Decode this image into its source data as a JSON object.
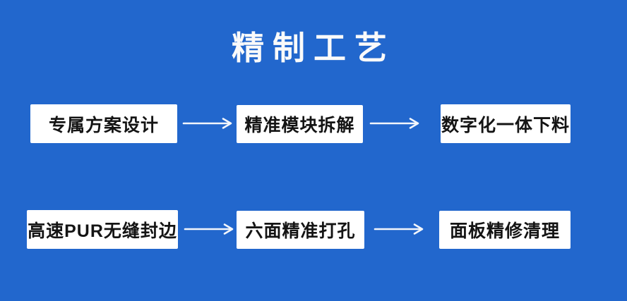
{
  "colors": {
    "background": "#2267cd",
    "box_background": "#ffffff",
    "box_text": "#141414",
    "title_text": "#fafafa",
    "arrow": "#f2f6fc"
  },
  "title": {
    "text": "精制工艺"
  },
  "flow": {
    "rows": [
      {
        "steps": [
          {
            "label": "专属方案设计"
          },
          {
            "label": "精准模块拆解"
          },
          {
            "label": "数字化一体下料"
          }
        ]
      },
      {
        "steps": [
          {
            "label": "高速PUR无缝封边"
          },
          {
            "label": "六面精准打孔"
          },
          {
            "label": "面板精修清理"
          }
        ]
      }
    ]
  }
}
